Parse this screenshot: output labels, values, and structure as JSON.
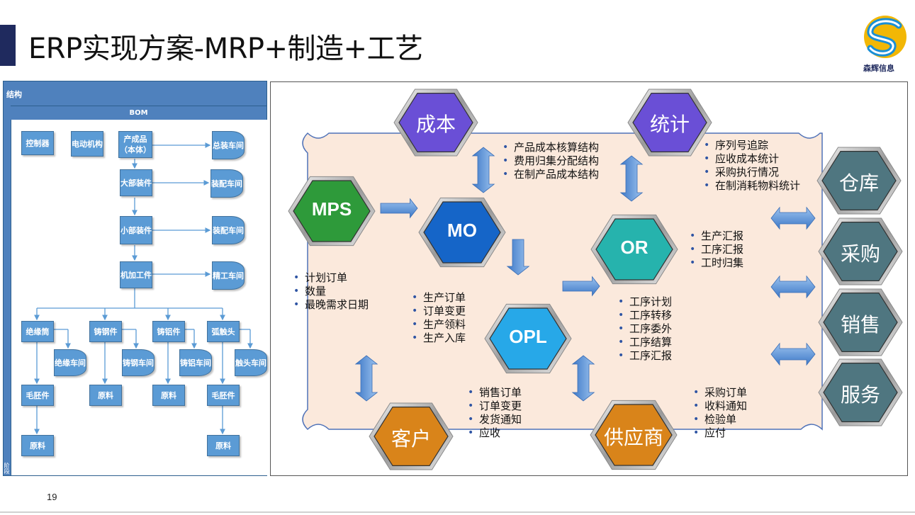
{
  "title": "ERP实现方案-MRP+制造+工艺",
  "logo_text": "森辉信息",
  "page_number": "19",
  "bom": {
    "header": "结构",
    "subheader": "BOM",
    "side_label": "阶段",
    "nodes": {
      "controller": "控制器",
      "motor": "电动机构",
      "product": "产成品（本体）",
      "final_workshop": "总装车间",
      "major": "大部装件",
      "assembly_ws1": "装配车间",
      "minor": "小部装件",
      "assembly_ws2": "装配车间",
      "machined": "机加工件",
      "precision_ws": "精工车间",
      "insulator": "绝缘筒",
      "steel": "铸钢件",
      "alu": "铸铝件",
      "arc": "弧触头",
      "insul_ws": "绝缘车间",
      "steel_ws": "铸钢车间",
      "alu_ws": "铸铝车间",
      "contact_ws": "触头车间",
      "blank1": "毛胚件",
      "raw1": "原料",
      "raw2": "原料",
      "blank2": "毛胚件",
      "raw3": "原料",
      "raw4": "原料"
    }
  },
  "diagram": {
    "hexes": {
      "cost": "成本",
      "stats": "统计",
      "mps": "MPS",
      "mo": "MO",
      "or": "OR",
      "opl": "OPL",
      "customer": "客户",
      "supplier": "供应商",
      "warehouse": "仓库",
      "purchase": "采购",
      "sales": "销售",
      "service": "服务"
    },
    "lists": {
      "cost_items": [
        "产品成本核算结构",
        "费用归集分配结构",
        "在制产品成本结构"
      ],
      "stats_items": [
        "序列号追踪",
        "应收成本统计",
        "采购执行情况",
        "在制消耗物料统计"
      ],
      "or_items": [
        "生产汇报",
        "工序汇报",
        "工时归集"
      ],
      "mps_items": [
        "计划订单",
        "数量",
        "最晚需求日期"
      ],
      "mo_items": [
        "生产订单",
        "订单变更",
        "生产领料",
        "生产入库"
      ],
      "opl_items": [
        "工序计划",
        "工序转移",
        "工序委外",
        "工序结算",
        "工序汇报"
      ],
      "customer_items": [
        "销售订单",
        "订单变更",
        "发货通知",
        "应收"
      ],
      "supplier_items": [
        "采购订单",
        "收料通知",
        "检验单",
        "应付"
      ]
    }
  },
  "colors": {
    "purple": "#6a4fd6",
    "green": "#2e9a3a",
    "blue": "#1565c8",
    "teal": "#26b3ad",
    "cyan": "#27a8e8",
    "orange": "#d9841a",
    "slate": "#4f7680",
    "panel": "#fbe9dc",
    "arrow": "#5b8fd4"
  }
}
